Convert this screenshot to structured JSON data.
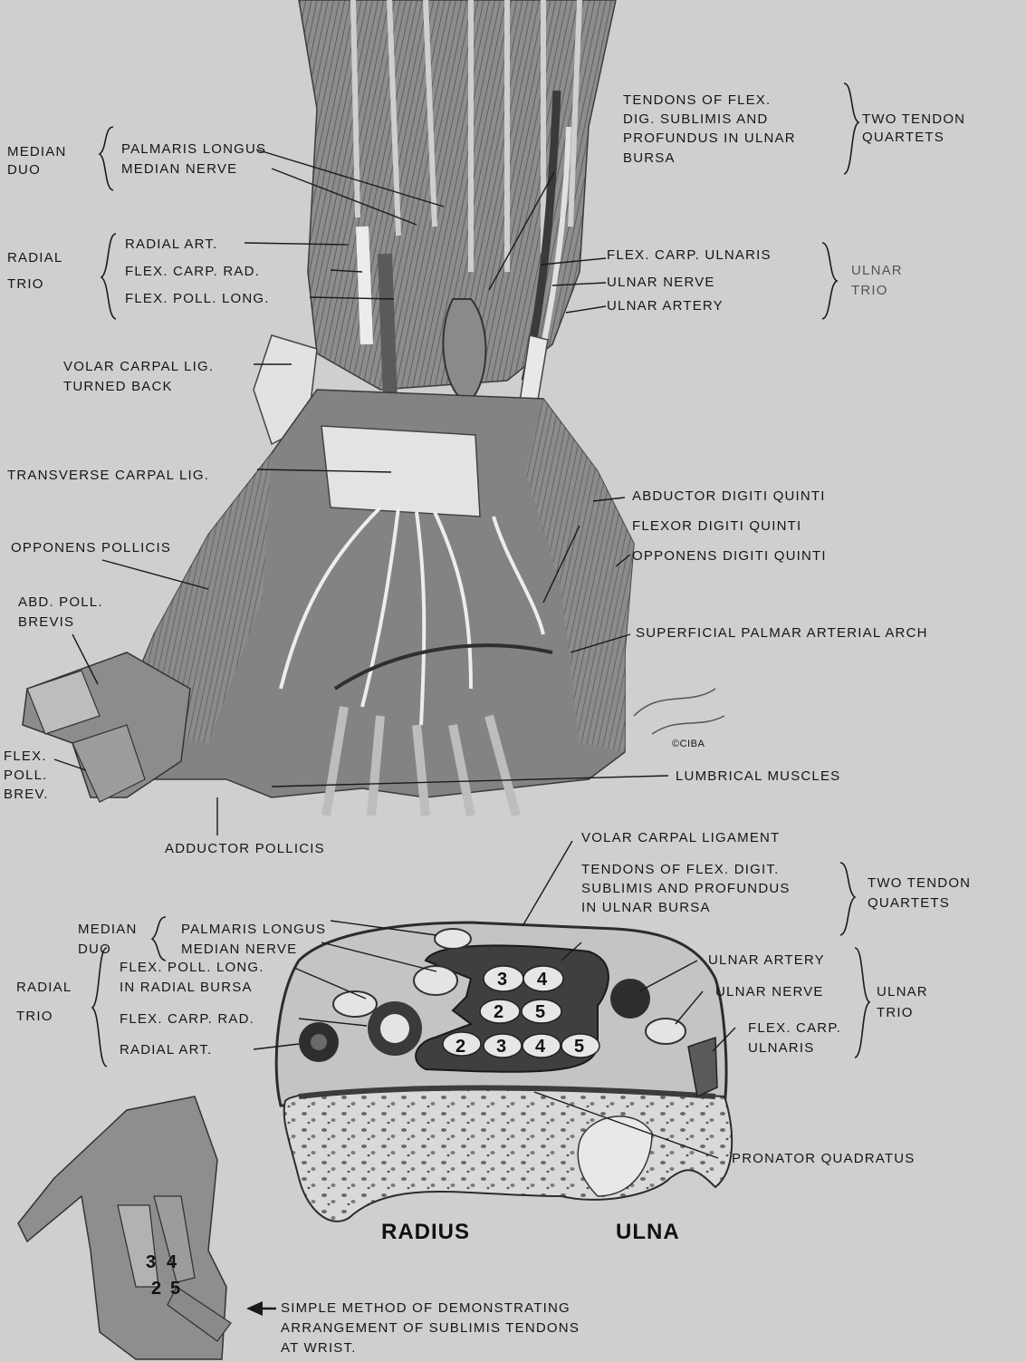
{
  "top_figure": {
    "median_duo": {
      "group": [
        "MEDIAN",
        "DUO"
      ],
      "items": [
        "PALMARIS LONGUS",
        "MEDIAN NERVE"
      ]
    },
    "radial_trio": {
      "group": [
        "RADIAL",
        "TRIO"
      ],
      "items": [
        "RADIAL ART.",
        "FLEX. CARP. RAD.",
        "FLEX. POLL. LONG."
      ]
    },
    "quartets": {
      "text": [
        "TENDONS OF FLEX.",
        "DIG. SUBLIMIS AND",
        "PROFUNDUS IN ULNAR",
        "BURSA"
      ],
      "group": [
        "TWO TENDON",
        "QUARTETS"
      ]
    },
    "ulnar_trio": {
      "items": [
        "FLEX. CARP. ULNARIS",
        "ULNAR NERVE",
        "ULNAR ARTERY"
      ],
      "group": [
        "ULNAR",
        "TRIO"
      ]
    },
    "volar_carpal_lig": [
      "VOLAR CARPAL LIG.",
      "TURNED BACK"
    ],
    "transverse_carpal_lig": "TRANSVERSE CARPAL LIG.",
    "opponens_pollicis": "OPPONENS POLLICIS",
    "abd_poll_brevis": [
      "ABD. POLL.",
      "BREVIS"
    ],
    "flex_poll_brev": [
      "FLEX.",
      "POLL.",
      "BREV."
    ],
    "adductor_pollicis": "ADDUCTOR POLLICIS",
    "abductor_digiti_quinti": "ABDUCTOR DIGITI QUINTI",
    "flexor_digiti_quinti": "FLEXOR DIGITI QUINTI",
    "opponens_digiti_quinti": "OPPONENS DIGITI QUINTI",
    "superficial_palmar_arch": "SUPERFICIAL PALMAR ARTERIAL ARCH",
    "lumbrical_muscles": "LUMBRICAL MUSCLES",
    "copyright": "©CIBA"
  },
  "cross_section": {
    "volar_carpal_ligament": "VOLAR CARPAL LIGAMENT",
    "quartets": {
      "text": [
        "TENDONS OF FLEX. DIGIT.",
        "SUBLIMIS AND PROFUNDUS",
        "IN ULNAR BURSA"
      ],
      "group": [
        "TWO TENDON",
        "QUARTETS"
      ]
    },
    "median_duo": {
      "group": [
        "MEDIAN",
        "DUO"
      ],
      "items": [
        "PALMARIS LONGUS",
        "MEDIAN NERVE"
      ]
    },
    "radial_trio": {
      "group": [
        "RADIAL",
        "TRIO"
      ],
      "items": [
        "FLEX. POLL. LONG.",
        "IN RADIAL BURSA",
        "FLEX. CARP. RAD.",
        "RADIAL ART."
      ]
    },
    "ulnar_trio": {
      "items": [
        "ULNAR ARTERY",
        "ULNAR NERVE",
        "FLEX. CARP.",
        "ULNARIS"
      ],
      "group": [
        "ULNAR",
        "TRIO"
      ]
    },
    "pronator_quadratus": "PRONATOR QUADRATUS",
    "radius": "RADIUS",
    "ulna": "ULNA",
    "tendon_numbers": {
      "upper_row": [
        "3",
        "4"
      ],
      "middle_row": [
        "2",
        "5"
      ],
      "lower_row": [
        "2",
        "3",
        "4",
        "5"
      ]
    }
  },
  "hand_demo": {
    "finger_numbers": [
      "3",
      "4",
      "2",
      "5"
    ],
    "caption": [
      "SIMPLE METHOD OF DEMONSTRATING",
      "ARRANGEMENT OF SUBLIMIS TENDONS",
      "AT WRIST."
    ]
  },
  "colors": {
    "paper": "#cfcfcf",
    "ink": "#161616",
    "tendon_light": "#e6e6e6",
    "muscle_dark": "#7a7a7a"
  }
}
